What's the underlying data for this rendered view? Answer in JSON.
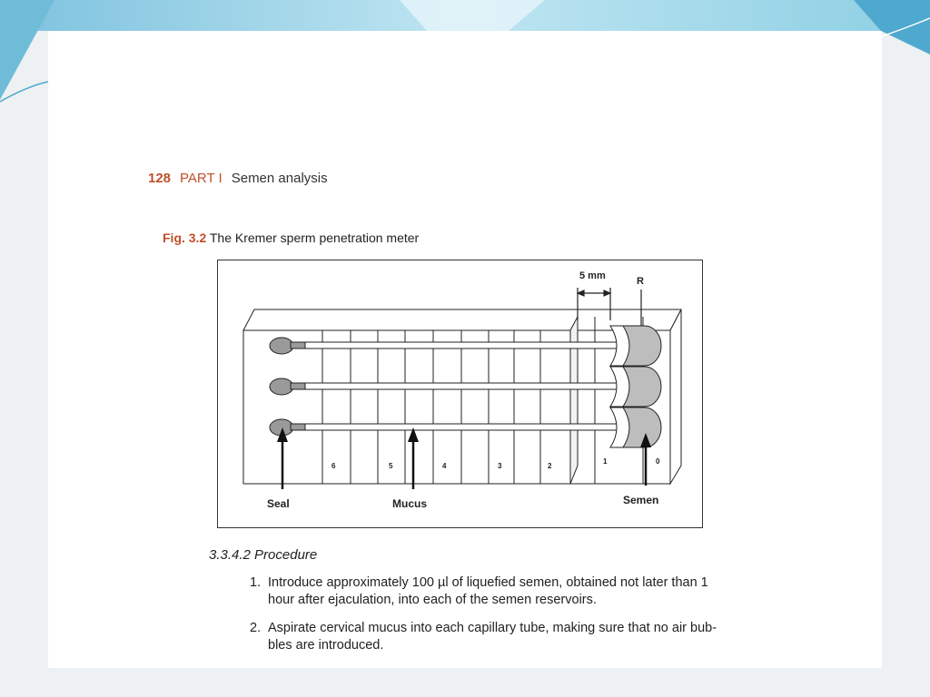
{
  "running_head": {
    "page_number": "128",
    "part": "PART I",
    "section": "Semen analysis"
  },
  "figure": {
    "number": "Fig. 3.2",
    "caption": "The Kremer sperm penetration meter",
    "labels": {
      "dimension": "5 mm",
      "reservoir": "R",
      "seal": "Seal",
      "mucus": "Mucus",
      "semen": "Semen"
    },
    "scale_numbers": [
      "6",
      "5",
      "4",
      "3",
      "2",
      "1",
      "0"
    ]
  },
  "procedure": {
    "heading": "3.3.4.2 Procedure",
    "steps": [
      {
        "number": "1.",
        "line1": "Introduce approximately 100 µl of liquefied semen, obtained not later than 1",
        "line2": "hour after ejaculation, into each of the semen reservoirs."
      },
      {
        "number": "2.",
        "line1": "Aspirate cervical mucus into each capillary tube, making sure that no air bub-",
        "line2": "bles are introduced."
      }
    ]
  },
  "colors": {
    "accent": "#c0502a",
    "decor_blue": "#5fb7d6",
    "reservoir_gray": "#bdbdbd"
  }
}
